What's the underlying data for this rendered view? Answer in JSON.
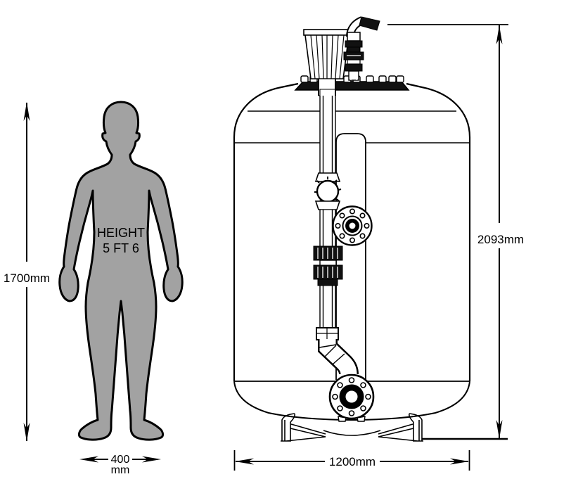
{
  "diagram": {
    "title": "tank-and-person-size-comparison",
    "colors": {
      "figure_fill": "#a2a2a2",
      "line": "#000000",
      "background": "#ffffff"
    },
    "person": {
      "label_line1": "HEIGHT",
      "label_line2": "5 FT 6",
      "height_dimension": "1700mm",
      "width_value": "400",
      "width_unit": "mm"
    },
    "tank": {
      "height_dimension": "2093mm",
      "width_dimension": "1200mm"
    }
  }
}
